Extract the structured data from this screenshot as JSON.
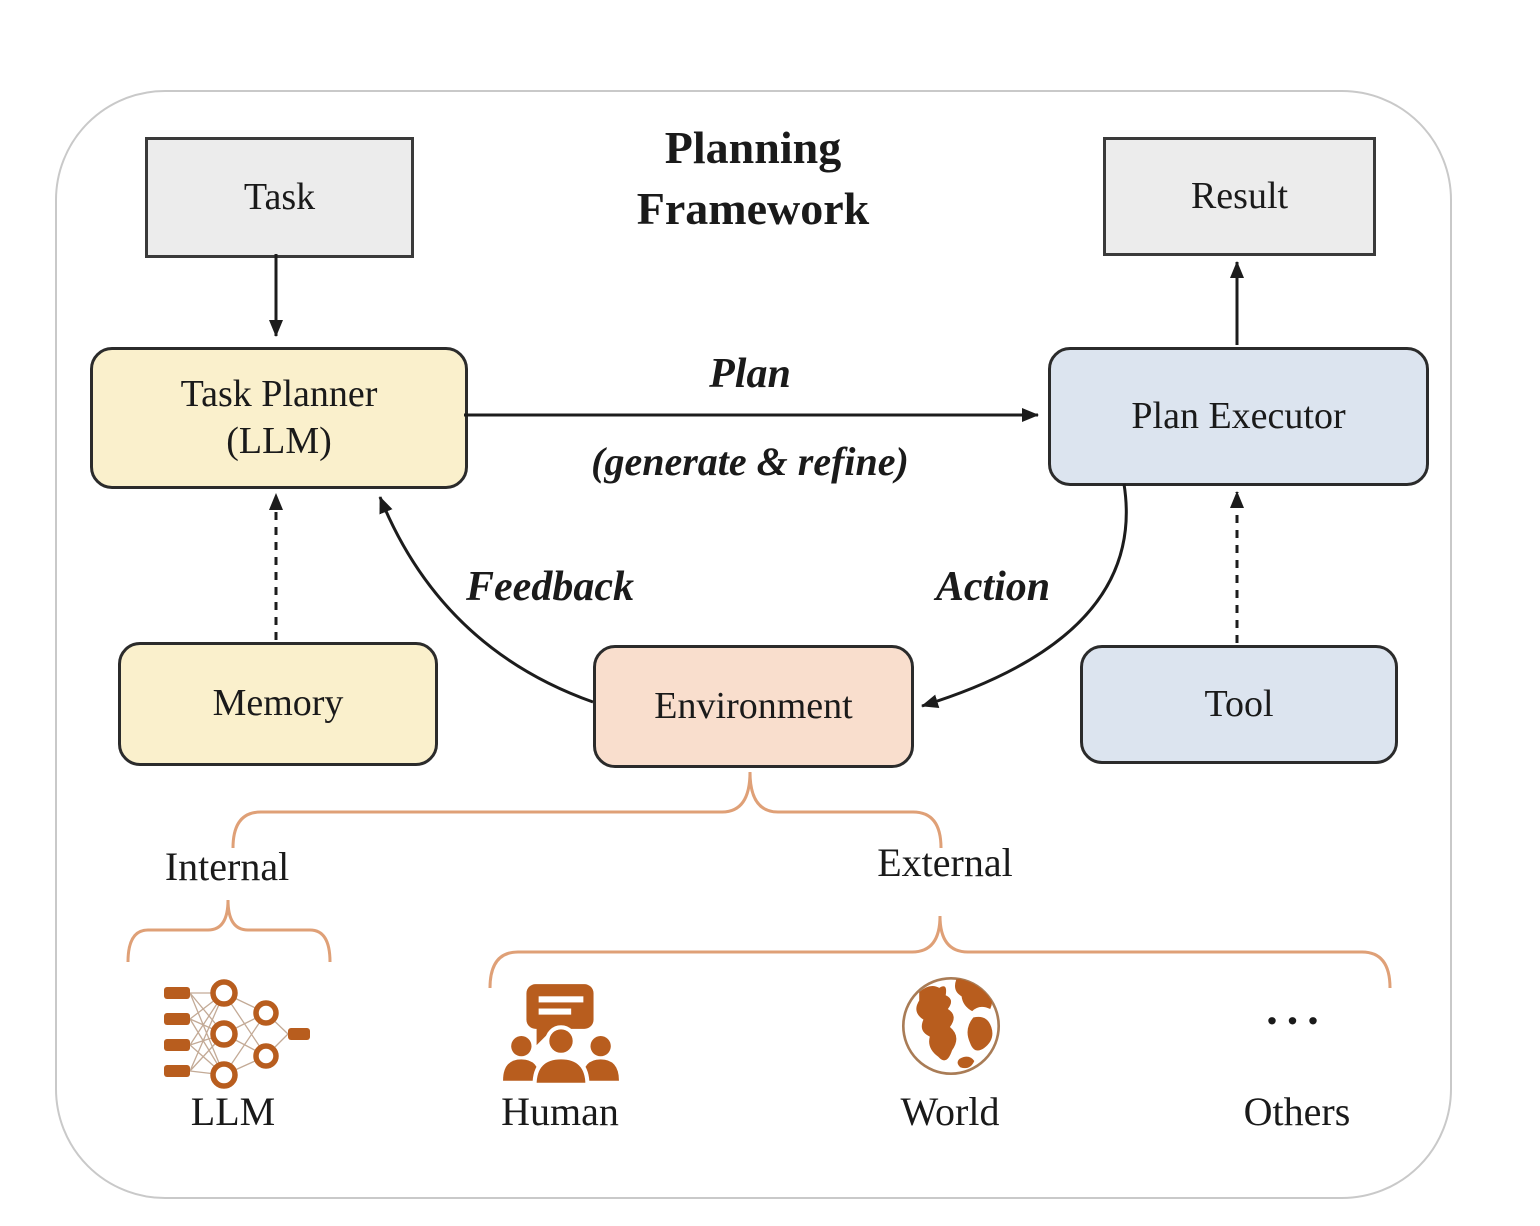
{
  "diagram_title": {
    "line1": "Planning",
    "line2": "Framework"
  },
  "nodes": {
    "task": "Task",
    "result": "Result",
    "task_planner_line1": "Task Planner",
    "task_planner_line2": "(LLM)",
    "plan_executor": "Plan Executor",
    "memory": "Memory",
    "environment": "Environment",
    "tool": "Tool"
  },
  "edges": {
    "plan": "Plan",
    "plan_sub": "(generate & refine)",
    "feedback": "Feedback",
    "action": "Action"
  },
  "groups": {
    "internal": "Internal",
    "external": "External"
  },
  "items": [
    {
      "label": "LLM",
      "icon": "neural-network-icon"
    },
    {
      "label": "Human",
      "icon": "people-chat-icon"
    },
    {
      "label": "World",
      "icon": "globe-icon"
    },
    {
      "label": "Others",
      "icon": "ellipsis-dots"
    }
  ],
  "others_dots": "...",
  "colors": {
    "cream": "#faf0cc",
    "blue": "#dce4ef",
    "salmon": "#f9decd",
    "gray": "#ececec",
    "box_border": "#2b2b2b",
    "arrow": "#1c1c1c",
    "brace": "#dfa077",
    "icon_orange": "#b85d1e",
    "outer_border": "#c9c9c9"
  }
}
